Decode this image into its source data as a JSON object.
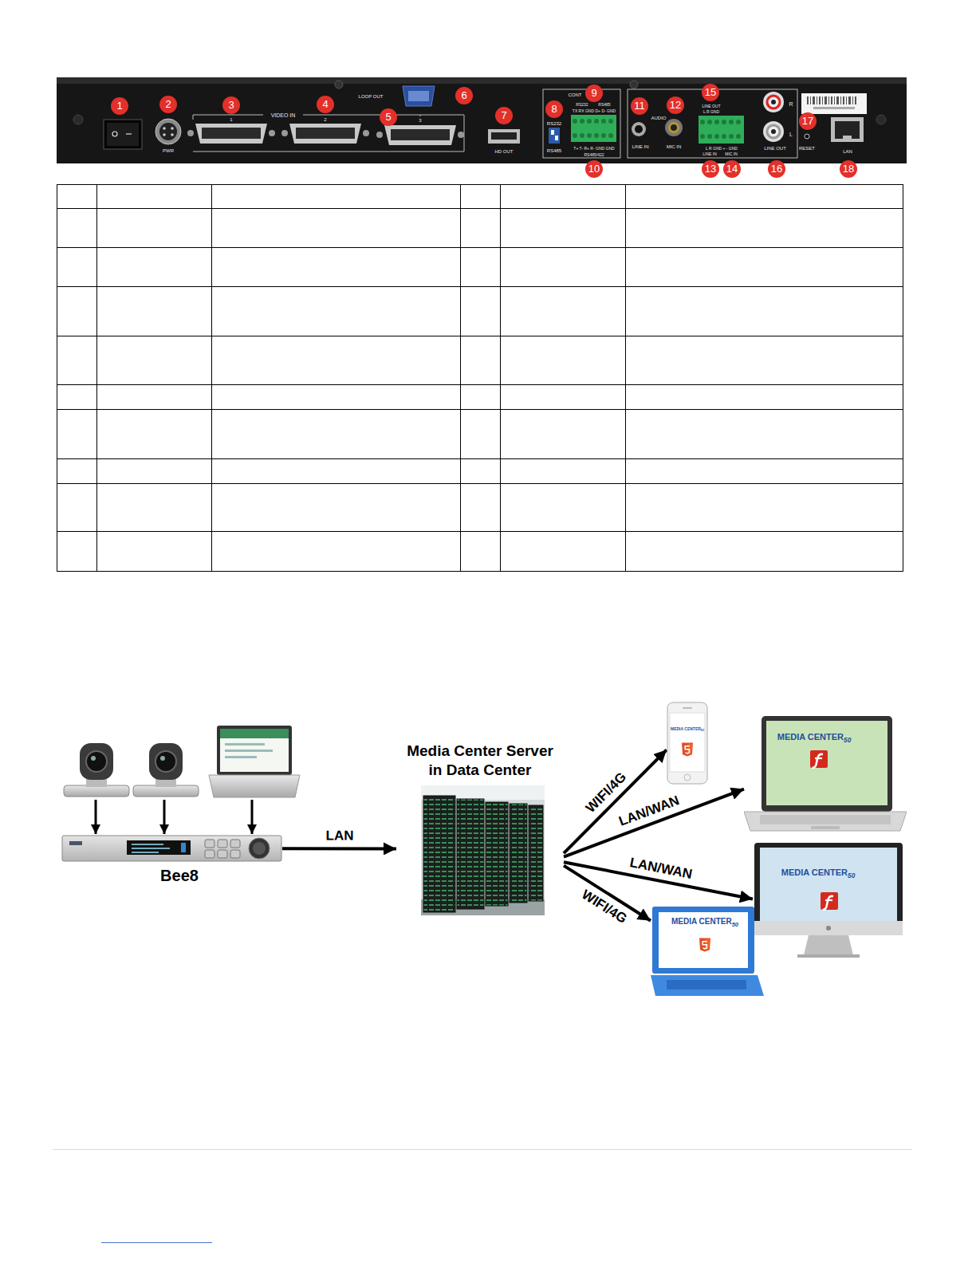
{
  "diagram": {
    "nodes": [
      {
        "text": [
          "Bee8"
        ]
      },
      {
        "text": [
          "Media Center Server in Data Center"
        ]
      },
      {
        "text": [
          "MEDIA CENTER",
          "50"
        ]
      },
      {
        "text": [
          "MEDIA CENTER",
          "50"
        ]
      },
      {
        "text": [
          "MEDIA CENTER",
          "50"
        ]
      },
      {
        "text": [
          "MEDIA CENTER",
          "50"
        ]
      }
    ],
    "edges": [
      {
        "from": 0,
        "to": 1,
        "label": "LAN",
        "arrow": "to"
      },
      {
        "from": 1,
        "to": 2,
        "label": "WIFI/4G",
        "arrow": "to"
      },
      {
        "from": 1,
        "to": 3,
        "label": "LAN/WAN",
        "arrow": "to"
      },
      {
        "from": 1,
        "to": 4,
        "label": "LAN/WAN",
        "arrow": "to"
      },
      {
        "from": 1,
        "to": 5,
        "label": "WIFI/4G",
        "arrow": "to"
      }
    ],
    "labels": [
      "1",
      "2",
      "3",
      "4",
      "5",
      "6",
      "7",
      "8",
      "9",
      "10",
      "11",
      "12",
      "13",
      "14",
      "15",
      "16",
      "17",
      "18",
      "PWR",
      "VIDEO IN",
      "1",
      "2",
      "3",
      "LOOP OUT",
      "HD OUT",
      "CONT",
      "RS232",
      "RS485",
      "TX RX GND D+ D- GND",
      "RS232",
      "RS485",
      "T+ T- R+ R- GND GND",
      "RS485/422",
      "AUDIO",
      "LINE IN",
      "MIC IN",
      "LINE OUT",
      "L R GND",
      "L R GND + - GND",
      "LINE IN",
      "MIC IN",
      "R",
      "L",
      "LINE OUT",
      "RESET",
      "LAN"
    ]
  }
}
